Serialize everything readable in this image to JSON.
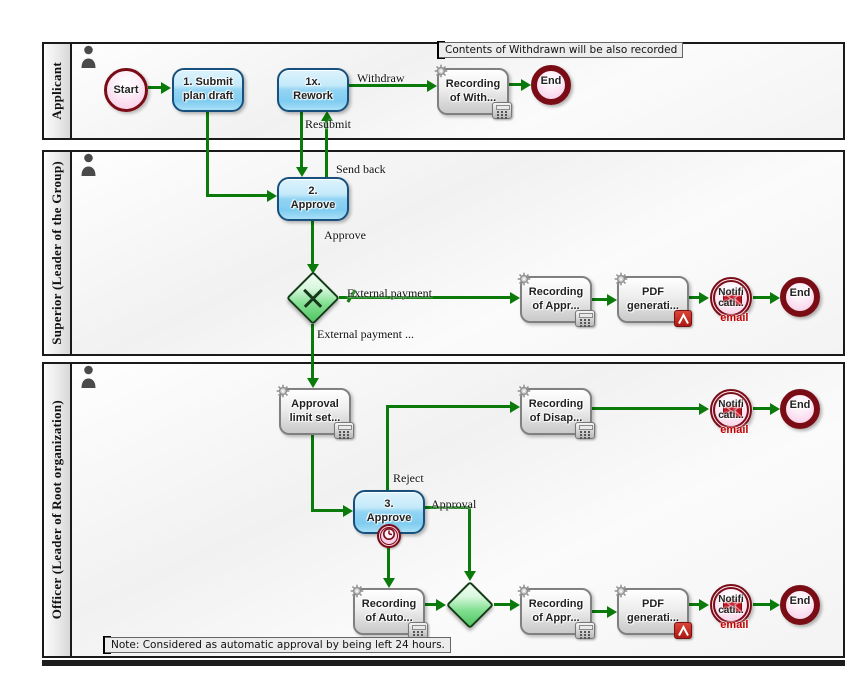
{
  "diagram": {
    "lanes": [
      {
        "label": "Applicant"
      },
      {
        "label": "Superior (Leader of the Group)"
      },
      {
        "label": "Officer (Leader of Root organization)"
      }
    ],
    "tasks": {
      "submit": {
        "l1": "1. Submit",
        "l2": "plan draft"
      },
      "rework": {
        "l1": "1x.",
        "l2": "Rework"
      },
      "approve2": {
        "l1": "2.",
        "l2": "Approve"
      },
      "approve3": {
        "l1": "3.",
        "l2": "Approve"
      },
      "rec_with": {
        "l1": "Recording",
        "l2": "of With..."
      },
      "rec_appr2": {
        "l1": "Recording",
        "l2": "of Appr..."
      },
      "pdf2": {
        "l1": "PDF",
        "l2": "generati..."
      },
      "appr_limit": {
        "l1": "Approval",
        "l2": "limit set..."
      },
      "rec_disap": {
        "l1": "Recording",
        "l2": "of Disap..."
      },
      "rec_auto": {
        "l1": "Recording",
        "l2": "of Auto..."
      },
      "rec_appr3": {
        "l1": "Recording",
        "l2": "of Appr..."
      },
      "pdf3": {
        "l1": "PDF",
        "l2": "generati..."
      }
    },
    "events": {
      "start": "Start",
      "end": "End",
      "email": {
        "l1": "Notifi",
        "l2": "cati...",
        "tag": "email"
      }
    },
    "flow_labels": {
      "withdraw": "Withdraw",
      "resubmit": "Resubmit",
      "send_back": "Send back",
      "approve": "Approve",
      "external_payment": "External payment",
      "external_payment_other": "External payment ...",
      "reject": "Reject",
      "approval": "Approval"
    },
    "annotations": {
      "withdrawn_note": "Contents of Withdrawn will be also recorded",
      "auto_approval_note": "Note: Considered as automatic approval by being left 24 hours."
    },
    "colors": {
      "flow_green": "#0a7a0a",
      "task_blue_border": "#17507c",
      "event_maroon": "#7a0c16",
      "gateway_green": "#4ec561",
      "pdf_icon_red": "#c22a20",
      "email_text_red": "#c00000"
    }
  }
}
